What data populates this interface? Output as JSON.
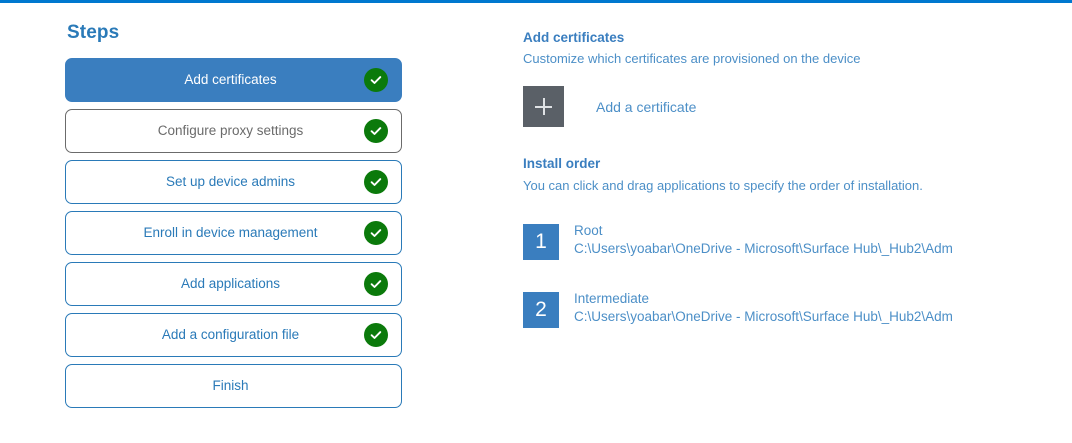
{
  "theme": {
    "accent_bar": "#0078cf",
    "primary_blue": "#3a7ebf",
    "link_blue": "#4c8fc7",
    "heading_blue": "#2a7ab8",
    "success_green": "#0b7a0b",
    "tile_gray": "#5a6067",
    "neutral_border": "#6b6b6b"
  },
  "steps_panel": {
    "title": "Steps",
    "items": [
      {
        "label": "Add certificates",
        "state": "active",
        "complete": true,
        "icon": "check-circle-icon"
      },
      {
        "label": "Configure proxy settings",
        "state": "neutral",
        "complete": true,
        "icon": "check-circle-icon"
      },
      {
        "label": "Set up device admins",
        "state": "default",
        "complete": true,
        "icon": "check-circle-icon"
      },
      {
        "label": "Enroll in device management",
        "state": "default",
        "complete": true,
        "icon": "check-circle-icon"
      },
      {
        "label": "Add applications",
        "state": "default",
        "complete": true,
        "icon": "check-circle-icon"
      },
      {
        "label": "Add a configuration file",
        "state": "default",
        "complete": true,
        "icon": "check-circle-icon"
      },
      {
        "label": "Finish",
        "state": "default",
        "complete": false,
        "icon": ""
      }
    ]
  },
  "detail_panel": {
    "certificates": {
      "heading": "Add certificates",
      "subtitle": "Customize which certificates are provisioned on the device",
      "add_button_icon": "plus-icon",
      "add_button_label": "Add a certificate"
    },
    "install_order": {
      "heading": "Install order",
      "subtitle": "You can click and drag applications to specify the order of installation.",
      "items": [
        {
          "number": "1",
          "name": "Root",
          "path": "C:\\Users\\yoabar\\OneDrive - Microsoft\\Surface Hub\\_Hub2\\Adm"
        },
        {
          "number": "2",
          "name": "Intermediate",
          "path": "C:\\Users\\yoabar\\OneDrive - Microsoft\\Surface Hub\\_Hub2\\Adm"
        }
      ]
    }
  }
}
